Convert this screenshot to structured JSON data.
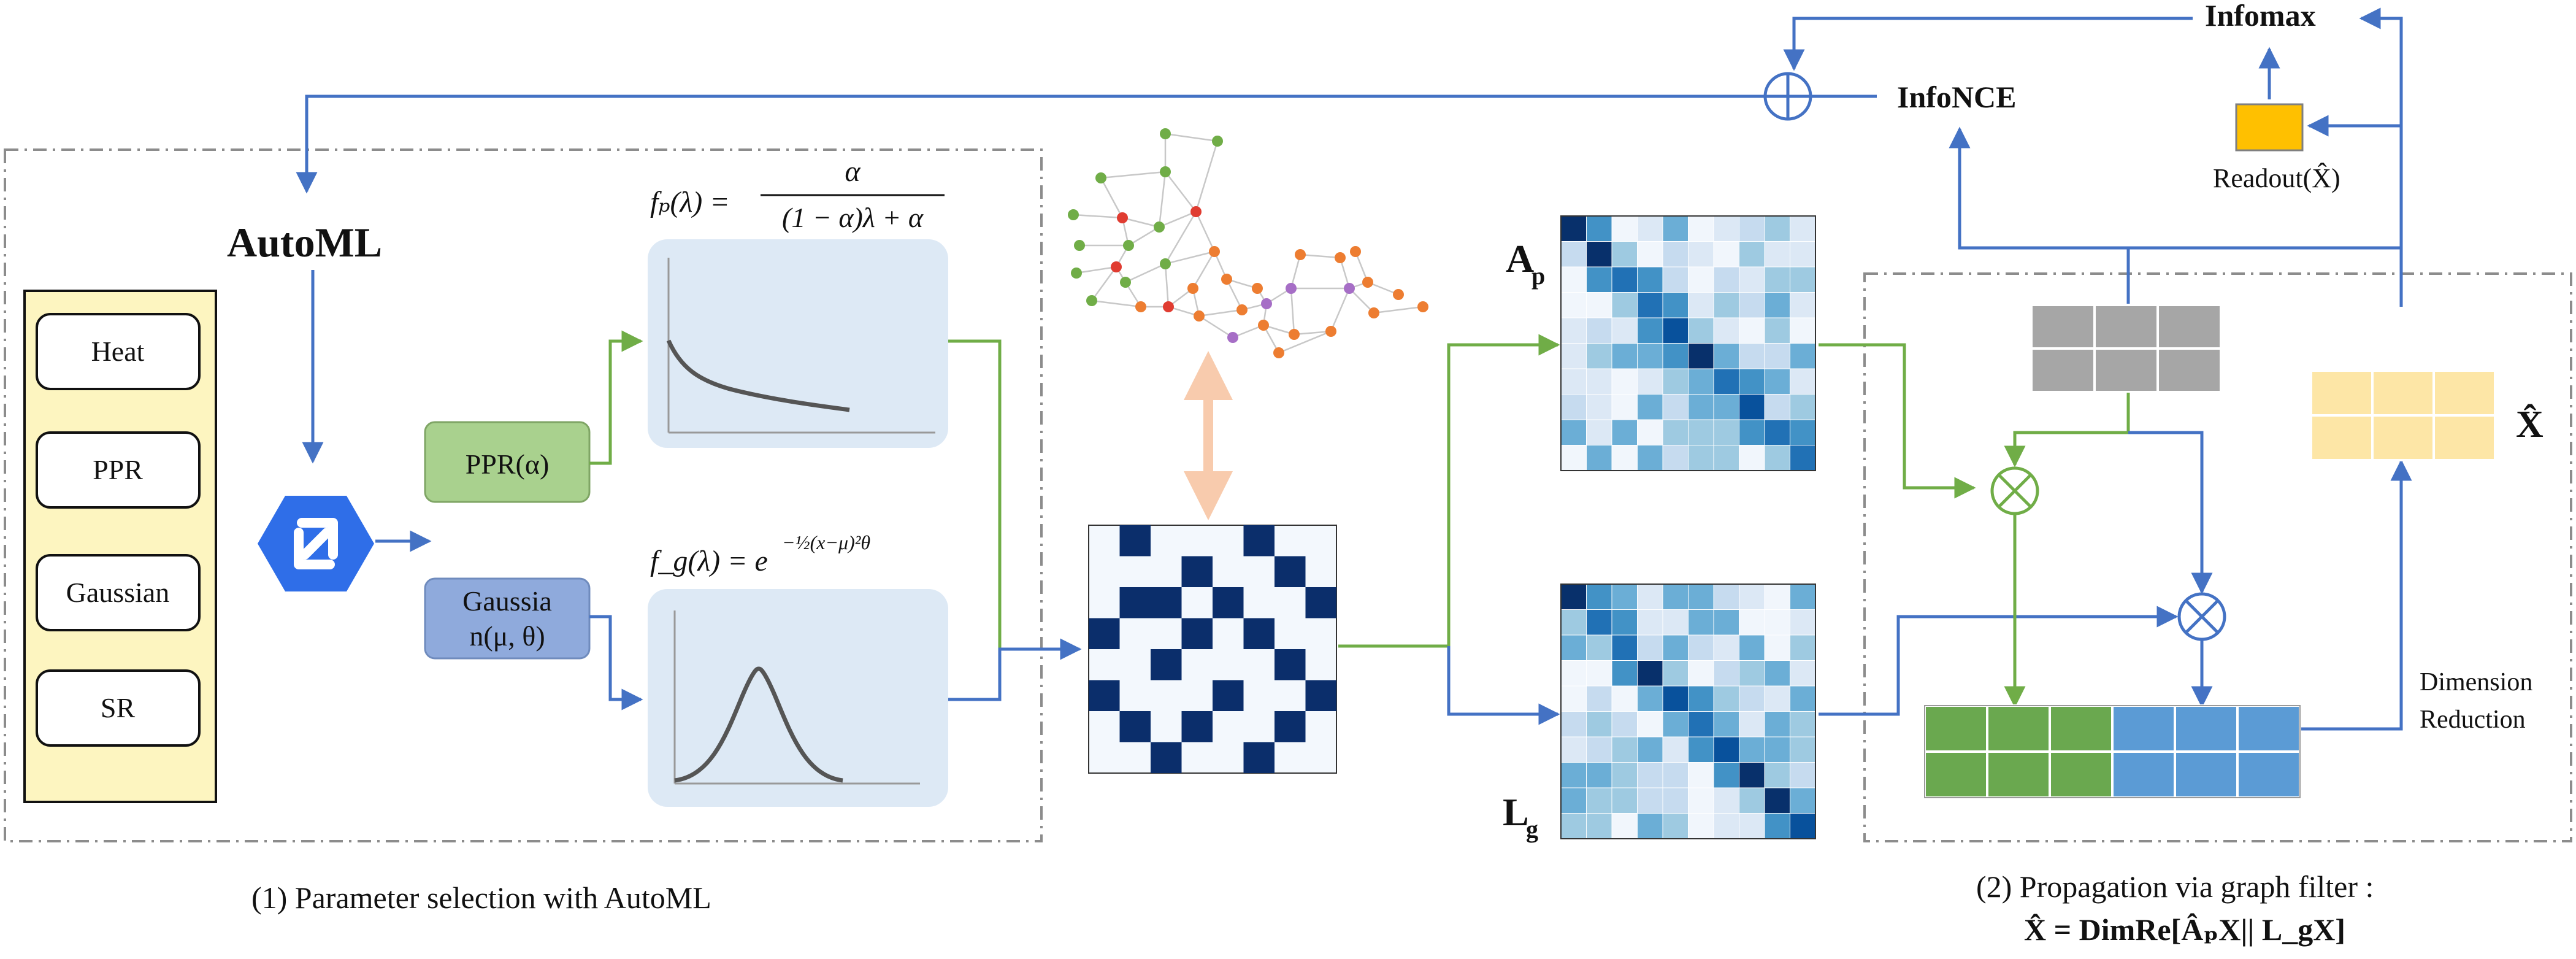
{
  "infomax_label": "Infomax",
  "infonce_label": "InfoNCE",
  "readout_label": "Readout(X̂)",
  "automl_label": "AutoML",
  "filter_types": [
    "Heat",
    "PPR",
    "Gaussian",
    "SR"
  ],
  "ppr_button": "PPR(α)",
  "gaussian_button_line1": "Gaussia",
  "gaussian_button_line2": "n(μ, θ)",
  "fp_formula_left": "fₚ(λ) =",
  "fp_formula_num": "α",
  "fp_formula_den": "(1 − α)λ + α",
  "fg_formula_left": "f_g(λ) = e",
  "fg_formula_exp": "−½(x−μ)²θ",
  "ap_label": "A",
  "ap_sub": "p",
  "lg_label": "L",
  "lg_sub": "g",
  "xhat_label": "X̂",
  "dimension_reduction_line1": "Dimension",
  "dimension_reduction_line2": "Reduction",
  "caption_left": "(1) Parameter selection with AutoML",
  "caption_right_line1": "(2) Propagation via graph filter :",
  "caption_right_line2": "X̂ = DimRe[ÂₚX|| L_gX]",
  "colors": {
    "blue_arrow": "#4472c4",
    "green_arrow": "#70ad47",
    "dark_blue": "#0b2e6b",
    "panel_bg": "#dde9f5",
    "yellow_panel": "#fdf5c0",
    "ppr_green": "#a9d18e",
    "gauss_blue": "#8faadc",
    "readout_gold": "#ffc000",
    "xhat_yellow": "#fde6a6",
    "green_block": "#6aa84f",
    "blue_block": "#5b9bd5",
    "gray_block": "#a6a6a6"
  }
}
